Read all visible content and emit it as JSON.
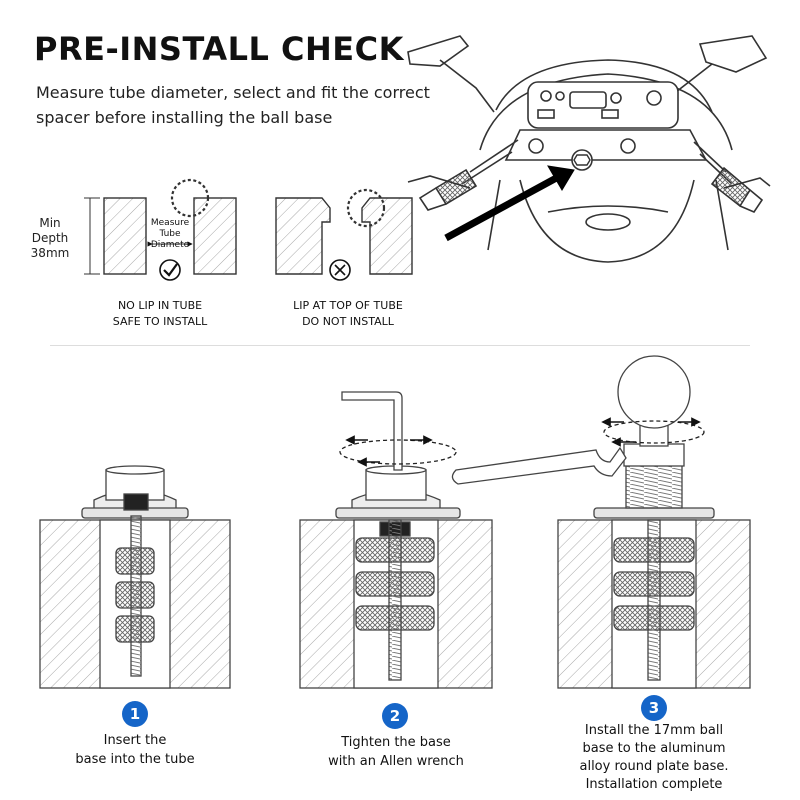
{
  "header": {
    "title": "PRE-INSTALL CHECK",
    "subtitle_lines": [
      "Measure tube diameter, select and fit the correct",
      "spacer before installing the ball base"
    ]
  },
  "check": {
    "depth_lines": [
      "Min",
      "Depth",
      "38mm"
    ],
    "measure_lines": [
      "Measure",
      "Tube",
      "Diamete"
    ],
    "ok": {
      "icon": "check-circle-icon",
      "lines": [
        "NO LIP IN TUBE",
        "SAFE TO INSTALL"
      ]
    },
    "bad": {
      "icon": "x-circle-icon",
      "lines": [
        "LIP AT TOP OF TUBE",
        "DO NOT INSTALL"
      ]
    }
  },
  "steps": [
    {
      "number": "1",
      "lines": [
        "Insert the",
        "base into the tube"
      ]
    },
    {
      "number": "2",
      "lines": [
        "Tighten the base",
        "with an Allen wrench"
      ]
    },
    {
      "number": "3",
      "lines": [
        "Install the 17mm ball",
        "base to the aluminum",
        "alloy round plate base.",
        "Installation complete"
      ]
    }
  ],
  "colors": {
    "accent": "#1565c8",
    "line": "#333333",
    "hatch": "#999999"
  }
}
